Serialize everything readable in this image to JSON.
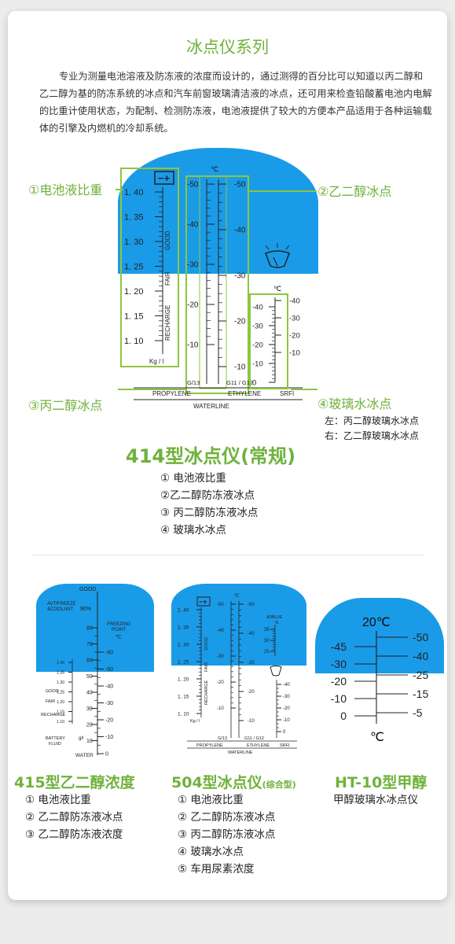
{
  "title": "冰点仪系列",
  "intro": "专业为测量电池溶液及防冻液的浓度而设计的，通过测得的百分比可以知道以丙二醇和乙二醇为基的防冻系统的冰点和汽车前窗玻璃清洁液的冰点，还可用来检查铅酸蓄电池内电解的比重计使用状态，为配制、检测防冻液，电池液提供了较大的方便本产品适用于各种运输载体的引擎及内燃机的冷却系统。",
  "m414": {
    "callout1": "①电池液比重",
    "callout2": "②乙二醇冰点",
    "callout3": "③丙二醇冰点",
    "callout4": "④玻璃水冰点",
    "note_left": "左：丙二醇玻璃水冰点",
    "note_right": "右：乙二醇玻璃水冰点",
    "model": "414型冰点仪(常规)",
    "features": [
      "① 电池液比重",
      "②乙二醇防冻液冰点",
      "③ 丙二醇防冻液冰点",
      "④ 玻璃水冰点"
    ],
    "scale": {
      "battery_ticks": [
        "1. 40",
        "1. 35",
        "1. 30",
        "1. 25",
        "1. 20",
        "1. 15",
        "1. 10"
      ],
      "battery_words": [
        "GOOD",
        "FAIR",
        "RECHARGE"
      ],
      "battery_unit": "Kg / l",
      "celsius": "℃",
      "prop_ticks": [
        "-50",
        "-40",
        "-30",
        "-20",
        "-10"
      ],
      "eth_ticks": [
        "-50",
        "-40",
        "-30",
        "-20",
        "-10"
      ],
      "srfi_left": [
        "-40",
        "-30",
        "-20",
        "-10",
        "0"
      ],
      "srfi_right": [
        "-40",
        "-30",
        "-20",
        "-10"
      ],
      "g13": "G/13",
      "g11": "G11 / G12",
      "propylene": "PROPYLENE",
      "ethylene": "ETHYLENE",
      "srfi": "SRFI",
      "waterline": "WATERLINE"
    }
  },
  "m415": {
    "model": "415型乙二醇浓度",
    "features": [
      "① 电池液比重",
      "② 乙二醇防冻液冰点",
      "③ 乙二醇防冻液浓度"
    ],
    "scale": {
      "good": "GOOD",
      "antifreeze": "AVTIFREEZE",
      "coolant": "&COOLANT",
      "pct": "90%",
      "freezing": "FREEZING",
      "point": "POINT",
      "celsius": "℃",
      "left_ticks": [
        "80",
        "70",
        "60",
        "50",
        "40",
        "30",
        "20",
        "10"
      ],
      "right_ticks": [
        "-60",
        "-50",
        "-40",
        "-30",
        "-20",
        "-10",
        "0"
      ],
      "battery_ticks": [
        "1.40",
        "1.35",
        "1.30",
        "1.25",
        "1.20",
        "1.15",
        "1.10"
      ],
      "good2": "GOOD",
      "fair": "FAIR",
      "recharge": "RECHARGE",
      "battery": "BATTERY",
      "fluid": "FLUID",
      "unit": "g/l",
      "water": "WATER"
    }
  },
  "m504": {
    "model": "504型冰点仪",
    "model_suffix": "(综合型)",
    "features": [
      "① 电池液比重",
      "② 乙二醇防冻液冰点",
      "③ 丙二醇防冻液冰点",
      "④ 玻璃水冰点",
      "⑤ 车用尿素浓度"
    ],
    "scale": {
      "battery_ticks": [
        "1. 40",
        "1. 35",
        "1. 30",
        "1. 25",
        "1. 20",
        "1. 15",
        "1. 10"
      ],
      "prop_ticks": [
        "-50",
        "-40",
        "-30",
        "-20",
        "-10"
      ],
      "eth_ticks": [
        "-50",
        "-40",
        "-30",
        "-20",
        "-10"
      ],
      "adblue": "ADBLUE",
      "adblue_pct": "%",
      "adblue_ticks": [
        "35",
        "30",
        "25"
      ],
      "srfi_ticks": [
        "-40",
        "-30",
        "-20",
        "-10",
        "0"
      ],
      "g13": "G/13",
      "g11": "G11 / G12",
      "propylene": "PROPYLENE",
      "ethylene": "ETHYLENE",
      "srfi": "SRFI",
      "waterline": "WATERLINE",
      "unit": "Kg / l",
      "celsius": "℃",
      "good": "GOOD",
      "fair": "FAIR",
      "recharge": "RECHARGE"
    }
  },
  "ht10": {
    "model": "HT-10型甲醇",
    "subtitle": "甲醇玻璃水冰点仪",
    "scale": {
      "top": "20℃",
      "bottom": "℃",
      "left": [
        "-45",
        "-30",
        "-20",
        "-10",
        "0"
      ],
      "right": [
        "-50",
        "-40",
        "-25",
        "-15",
        "-5"
      ]
    }
  },
  "colors": {
    "accent": "#6fb23b",
    "blue": "#1a9be8",
    "frame": "#8cc63f"
  }
}
